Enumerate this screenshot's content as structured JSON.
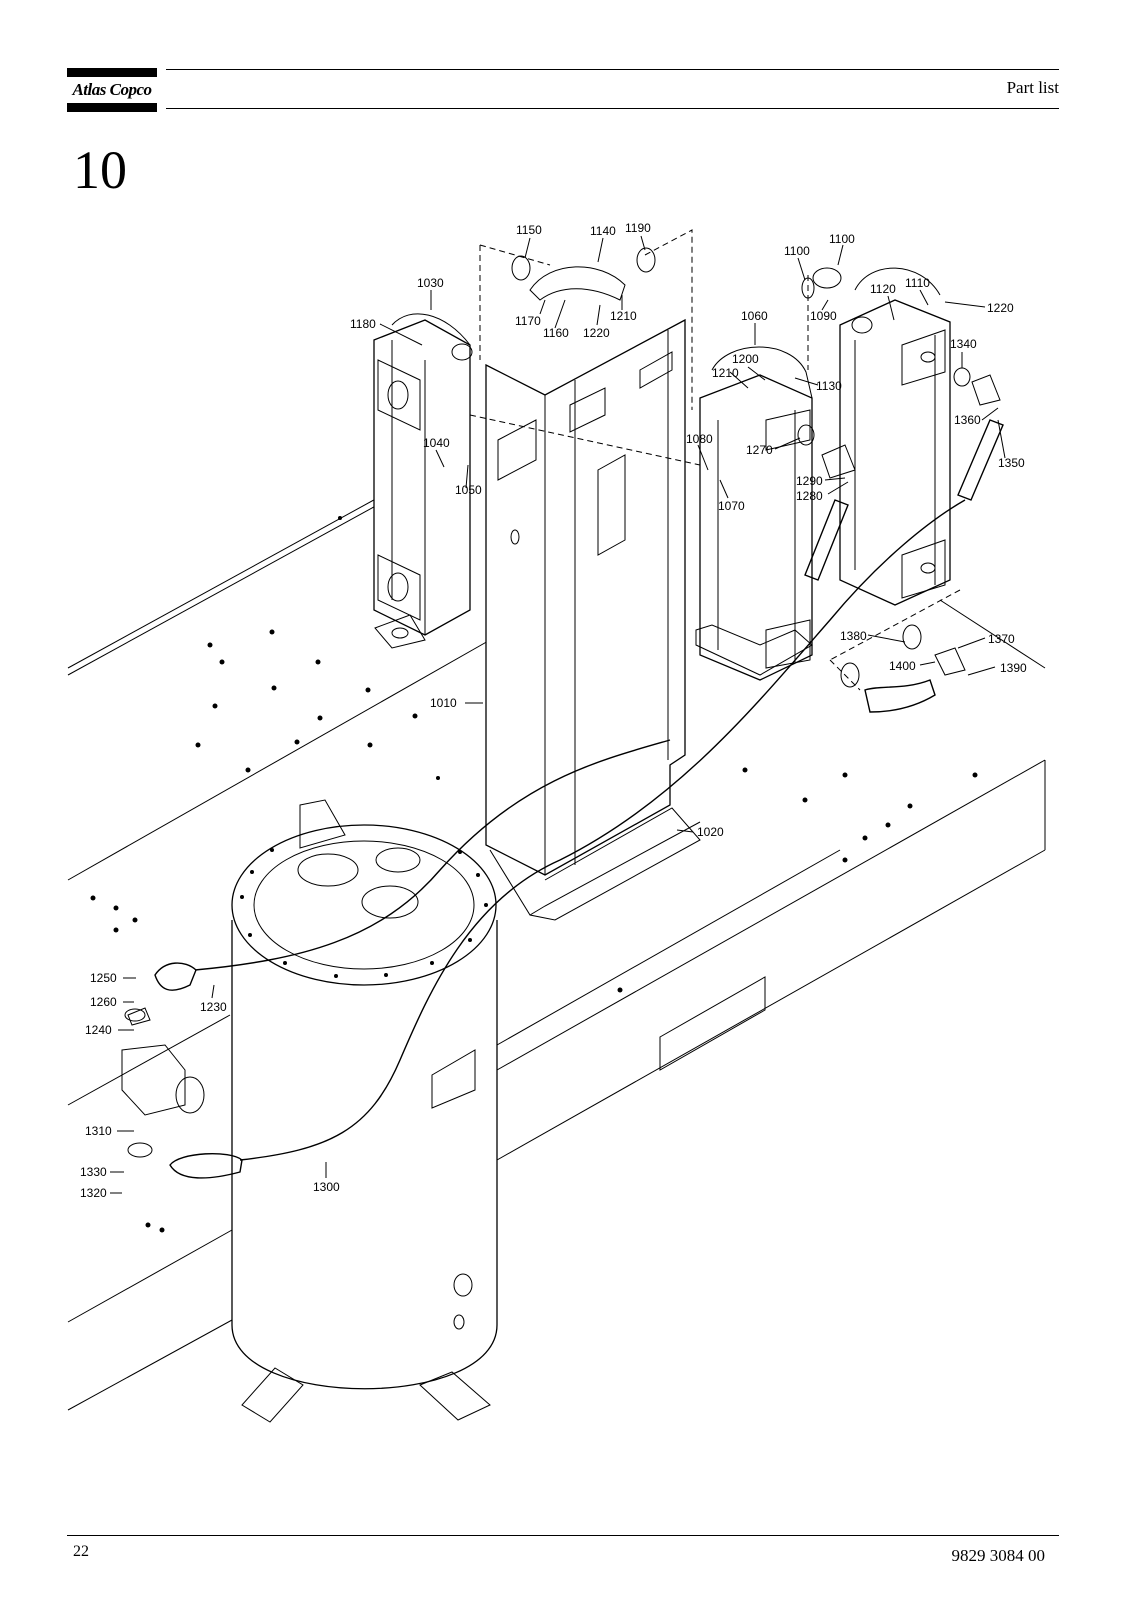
{
  "header": {
    "brand": "Atlas Copco",
    "title": "Part list"
  },
  "section": {
    "number": "10"
  },
  "footer": {
    "page": "22",
    "document_number": "9829 3084 00"
  },
  "callouts": [
    "1150",
    "1140",
    "1190",
    "1100",
    "1100",
    "1030",
    "1120",
    "1110",
    "1220",
    "1180",
    "1170",
    "1160",
    "1220",
    "1210",
    "1090",
    "1060",
    "1200",
    "1340",
    "1210",
    "1130",
    "1360",
    "1040",
    "1080",
    "1270",
    "1350",
    "1050",
    "1290",
    "1280",
    "1070",
    "1380",
    "1370",
    "1400",
    "1390",
    "1010",
    "1020",
    "1250",
    "1260",
    "1230",
    "1240",
    "1310",
    "1330",
    "1300",
    "1320"
  ]
}
